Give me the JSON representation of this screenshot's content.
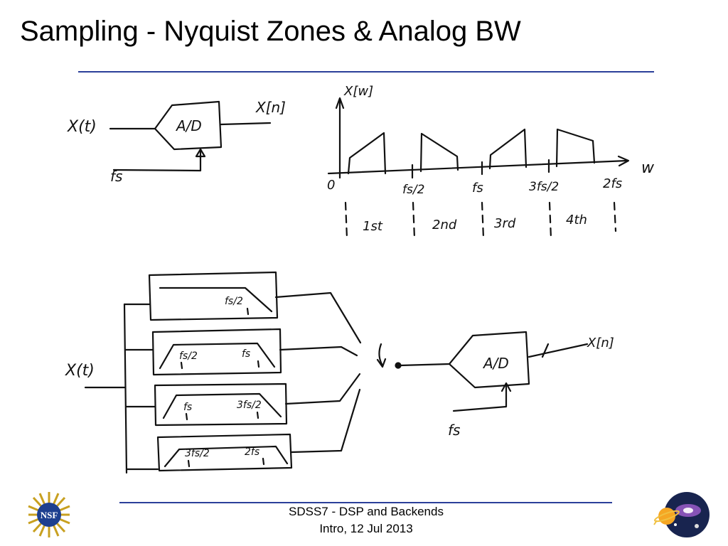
{
  "title": "Sampling - Nyquist Zones & Analog BW",
  "footer": {
    "line1": "SDSS7 - DSP and Backends",
    "line2": "Intro, 12 Jul 2013"
  },
  "colors": {
    "rule": "#2b3f9a",
    "ink": "#111111"
  },
  "logos": {
    "left": "NSF",
    "right": "space-logo-icon"
  },
  "top_diagram": {
    "input": "X(t)",
    "adc": "A/D",
    "output": "X[n]",
    "clock": "fs"
  },
  "spectrum": {
    "ylabel": "X[w]",
    "xlabel": "w",
    "ticks": [
      "0",
      "fs/2",
      "fs",
      "3fs/2",
      "2fs"
    ],
    "zones": [
      "1st",
      "2nd",
      "3rd",
      "4th"
    ]
  },
  "bottom_diagram": {
    "input": "X(t)",
    "adc": "A/D",
    "output": "X[n]",
    "clock": "fs",
    "filters": [
      {
        "labels": [
          "fs/2"
        ]
      },
      {
        "labels": [
          "fs/2",
          "fs"
        ]
      },
      {
        "labels": [
          "fs",
          "3fs/2"
        ]
      },
      {
        "labels": [
          "3fs/2",
          "2fs"
        ]
      }
    ]
  }
}
